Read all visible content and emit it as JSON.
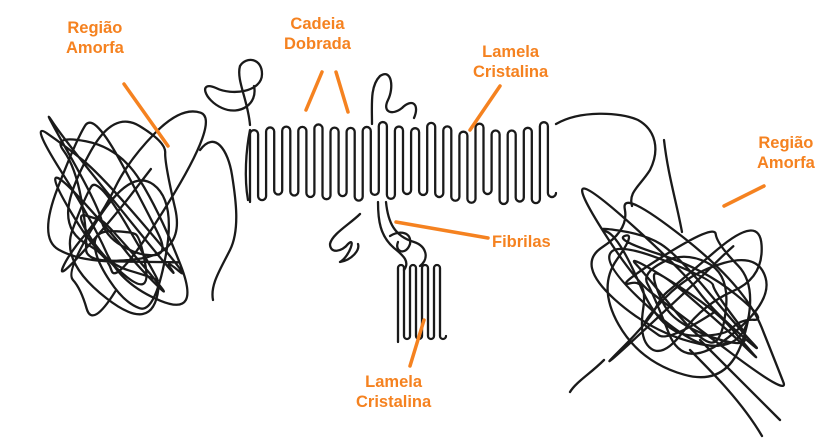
{
  "labels": {
    "amorphous_left_line1": "Região",
    "amorphous_left_line2": "Amorfa",
    "folded_chain_line1": "Cadeia",
    "folded_chain_line2": "Dobrada",
    "lamella_top_line1": "Lamela",
    "lamella_top_line2": "Cristalina",
    "amorphous_right_line1": "Região",
    "amorphous_right_line2": "Amorfa",
    "fibrils": "Fibrilas",
    "lamella_bottom_line1": "Lamela",
    "lamella_bottom_line2": "Cristalina"
  },
  "colors": {
    "label": "#f58220",
    "chain": "#1a1a1a",
    "background": "#ffffff"
  }
}
